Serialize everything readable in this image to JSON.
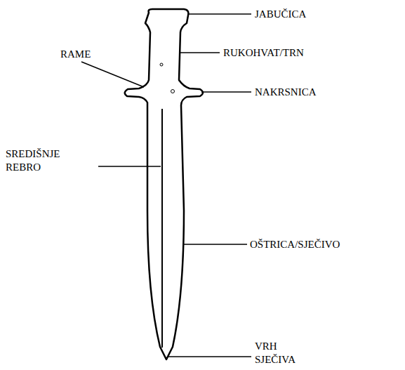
{
  "diagram": {
    "labels": [
      "JABUČICA",
      "RUKOHVAT/TRN",
      "RAME",
      "NAKRSNICA",
      "SREDIŠNJE REBRO",
      "OŠTRICA/SJEČIVO",
      "VRH SJEČIVA"
    ]
  }
}
